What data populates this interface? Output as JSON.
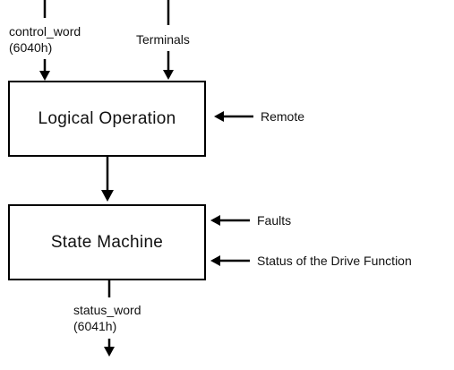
{
  "blocks": {
    "logical_operation": "Logical Operation",
    "state_machine": "State Machine"
  },
  "inputs": {
    "control_word": "control_word",
    "control_word_index": "(6040h)",
    "terminals": "Terminals",
    "remote": "Remote",
    "faults": "Faults",
    "drive_status": "Status of the Drive Function"
  },
  "outputs": {
    "status_word": "status_word",
    "status_word_index": "(6041h)"
  }
}
